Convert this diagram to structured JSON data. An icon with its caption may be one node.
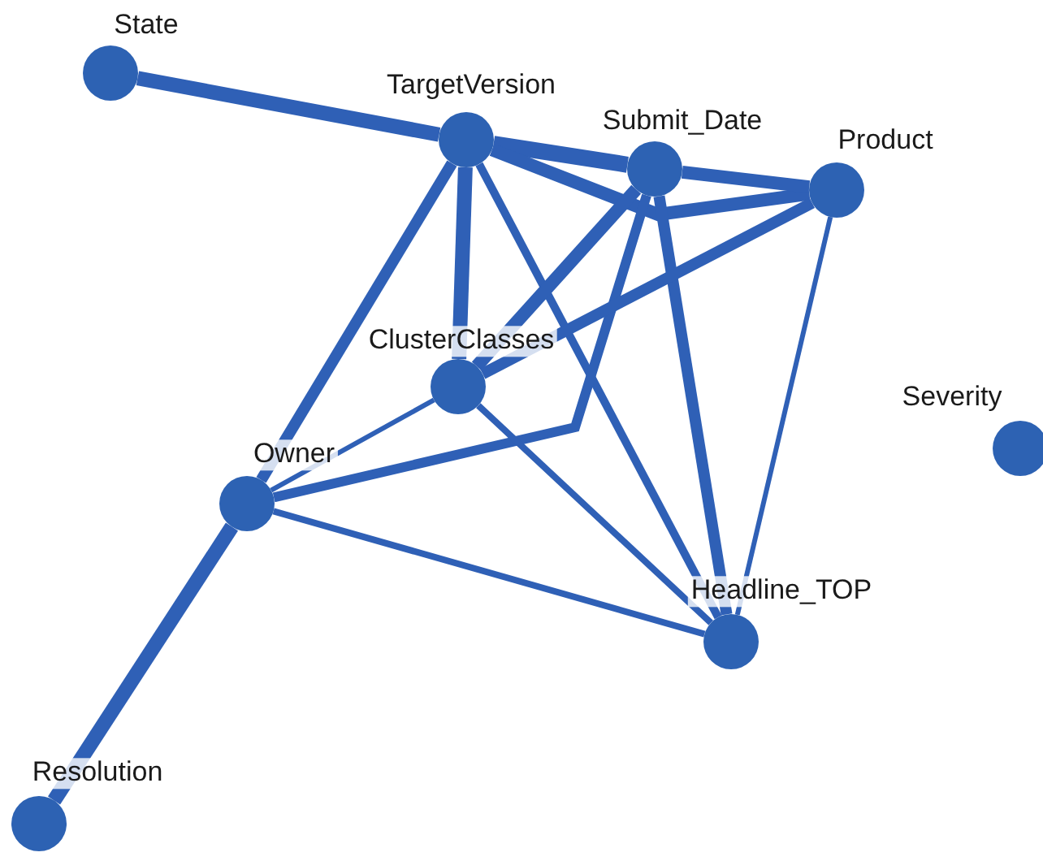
{
  "diagram": {
    "nodes": [
      {
        "text": [
          "State"
        ]
      },
      {
        "text": [
          "TargetVersion"
        ]
      },
      {
        "text": [
          "Submit_Date"
        ]
      },
      {
        "text": [
          "Product"
        ]
      },
      {
        "text": [
          "ClusterClasses"
        ]
      },
      {
        "text": [
          "Severity"
        ]
      },
      {
        "text": [
          "Owner"
        ]
      },
      {
        "text": [
          "Headline_TOP"
        ]
      },
      {
        "text": [
          "Resolution"
        ]
      }
    ],
    "edges": [
      {
        "from": 0,
        "to": 1,
        "arrow": "none"
      },
      {
        "from": 1,
        "to": 2,
        "arrow": "none"
      },
      {
        "from": 1,
        "to": 3,
        "arrow": "none"
      },
      {
        "from": 2,
        "to": 3,
        "arrow": "none"
      },
      {
        "from": 1,
        "to": 4,
        "arrow": "none"
      },
      {
        "from": 1,
        "to": 6,
        "arrow": "none"
      },
      {
        "from": 1,
        "to": 7,
        "arrow": "none"
      },
      {
        "from": 2,
        "to": 4,
        "arrow": "none"
      },
      {
        "from": 2,
        "to": 6,
        "arrow": "none"
      },
      {
        "from": 2,
        "to": 7,
        "arrow": "none"
      },
      {
        "from": 3,
        "to": 4,
        "arrow": "none"
      },
      {
        "from": 3,
        "to": 7,
        "arrow": "none"
      },
      {
        "from": 4,
        "to": 6,
        "arrow": "none"
      },
      {
        "from": 4,
        "to": 7,
        "arrow": "none"
      },
      {
        "from": 6,
        "to": 7,
        "arrow": "none"
      },
      {
        "from": 6,
        "to": 8,
        "arrow": "none"
      }
    ]
  }
}
